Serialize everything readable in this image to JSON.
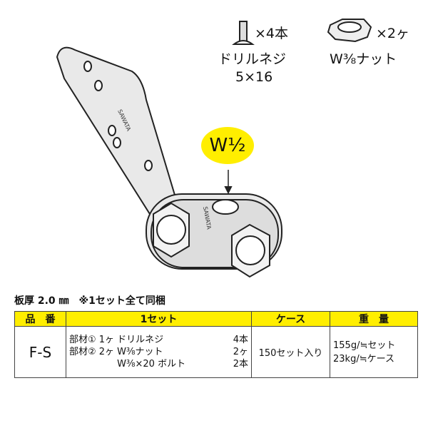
{
  "parts": {
    "screw_qty": "×4本",
    "screw_name": "ドリルネジ",
    "screw_size": "5×16",
    "nut_qty": "×2ヶ",
    "nut_name": "W⅜ナット"
  },
  "illustration": {
    "brand": "SAWATA",
    "bolt_label": "W½"
  },
  "spec": "板厚 2.0 ㎜　※1セット全て同梱",
  "table": {
    "headers": [
      "品　番",
      "1セット",
      "ケース",
      "重　量"
    ],
    "row": {
      "code": "F-S",
      "set_left": [
        "部材① 1ヶ",
        "部材② 2ヶ",
        ""
      ],
      "set_mid": [
        "ドリルネジ",
        "W⅜ナット",
        "W⅜×20 ボルト"
      ],
      "set_right": [
        "4本",
        "2ヶ",
        "2本"
      ],
      "case": "150セット入り",
      "weight": [
        "155g/≒セット",
        "23kg/≒ケース"
      ]
    }
  },
  "colors": {
    "header": "#ffee00"
  }
}
